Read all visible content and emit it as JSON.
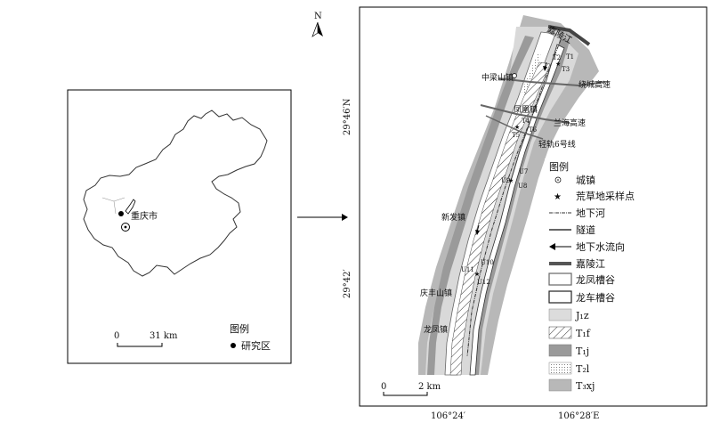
{
  "overview_map": {
    "city_label": "重庆市",
    "scale_start": "0",
    "scale_end": "31 km",
    "legend_title": "图例",
    "legend_item": "研究区"
  },
  "north_arrow": "N",
  "detail_map": {
    "lat_labels": [
      "29°46′N",
      "29°42′"
    ],
    "lon_labels": [
      "106°24′",
      "106°28′E"
    ],
    "scale_start": "0",
    "scale_end": "2 km",
    "river_label": "嘉陵江",
    "town_labels": [
      "中梁山镇",
      "凤凰镇",
      "新发镇",
      "庆丰山镇",
      "龙凤镇"
    ],
    "road_labels": [
      "绕城高速",
      "兰海高速",
      "轻轨6号线"
    ],
    "sample_labels": [
      "T1",
      "T2",
      "T3",
      "T4",
      "T5",
      "T6",
      "U7",
      "U8",
      "U9",
      "U10",
      "U11",
      "U12"
    ],
    "legend": {
      "title": "图例",
      "items": [
        {
          "key": "town",
          "label": "城镇"
        },
        {
          "key": "sample",
          "label": "荒草地采样点"
        },
        {
          "key": "underground-river",
          "label": "地下河"
        },
        {
          "key": "tunnel",
          "label": "隧道"
        },
        {
          "key": "flow",
          "label": "地下水流向"
        },
        {
          "key": "river",
          "label": "嘉陵江"
        },
        {
          "key": "longfeng-valley",
          "label": "龙凤槽谷"
        },
        {
          "key": "longche-valley",
          "label": "龙车槽谷"
        },
        {
          "key": "J1z",
          "label": "J₁z"
        },
        {
          "key": "T1f",
          "label": "T₁f"
        },
        {
          "key": "T1j",
          "label": "T₁j"
        },
        {
          "key": "T2l",
          "label": "T₂l"
        },
        {
          "key": "T3xj",
          "label": "T₃xj"
        }
      ]
    }
  },
  "colors": {
    "J1z": "#dcdcdc",
    "T1j": "#9a9a9a",
    "T3xj": "#b8b8b8",
    "river": "#555555"
  }
}
